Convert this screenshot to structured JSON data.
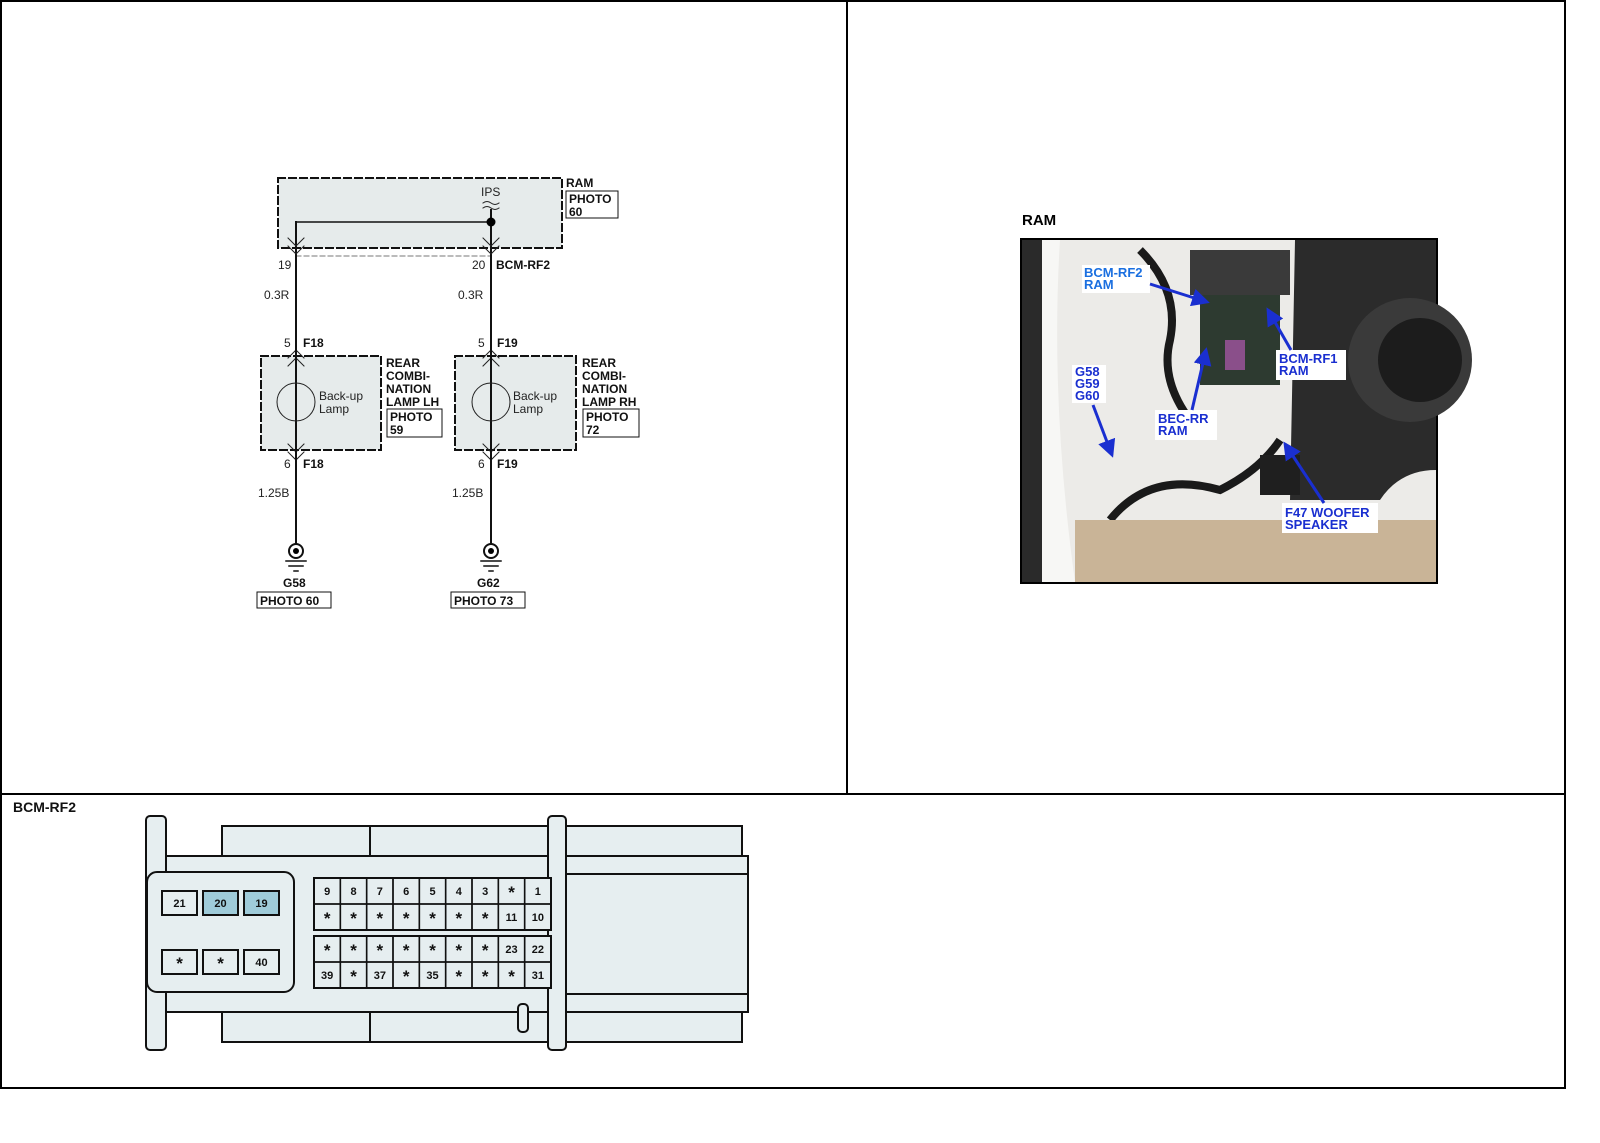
{
  "schematic": {
    "module": "RAM",
    "module_photo": [
      "PHOTO",
      "60"
    ],
    "ips": "IPS",
    "left_pin_top": "19",
    "right_pin_top": "20",
    "connector_top": "BCM-RF2",
    "wire_top_left": "0.3R",
    "wire_top_right": "0.3R",
    "lamp_lh": {
      "pin_in": "5",
      "conn_in": "F18",
      "pin_out": "6",
      "conn_out": "F18",
      "label": [
        "Back-up",
        "Lamp"
      ],
      "name": [
        "REAR",
        "COMBI-",
        "NATION",
        "LAMP LH"
      ],
      "photo": [
        "PHOTO",
        "59"
      ]
    },
    "lamp_rh": {
      "pin_in": "5",
      "conn_in": "F19",
      "pin_out": "6",
      "conn_out": "F19",
      "label": [
        "Back-up",
        "Lamp"
      ],
      "name": [
        "REAR",
        "COMBI-",
        "NATION",
        "LAMP RH"
      ],
      "photo": [
        "PHOTO",
        "72"
      ]
    },
    "wire_bottom_left": "1.25B",
    "wire_bottom_right": "1.25B",
    "ground_left": {
      "name": "G58",
      "photo": "PHOTO 60"
    },
    "ground_right": {
      "name": "G62",
      "photo": "PHOTO 73"
    }
  },
  "photo": {
    "title": "RAM",
    "callouts": {
      "bcm_rf2": [
        "BCM-RF2",
        "RAM"
      ],
      "bcm_rf1": [
        "BCM-RF1",
        "RAM"
      ],
      "grounds": [
        "G58",
        "G59",
        "G60"
      ],
      "bec_rr": [
        "BEC-RR",
        "RAM"
      ],
      "woofer": [
        "F47 WOOFER",
        "SPEAKER"
      ]
    }
  },
  "connector": {
    "title": "BCM-RF2",
    "left_top": [
      "21",
      "20",
      "19"
    ],
    "left_bottom": [
      "*",
      "*",
      "40"
    ],
    "highlighted": [
      "20",
      "19"
    ],
    "highlight_color": "#9fcbd9",
    "grid_upper": [
      [
        "9",
        "8",
        "7",
        "6",
        "5",
        "4",
        "3",
        "*",
        "1"
      ],
      [
        "*",
        "*",
        "*",
        "*",
        "*",
        "*",
        "*",
        "11",
        "10"
      ]
    ],
    "grid_lower": [
      [
        "*",
        "*",
        "*",
        "*",
        "*",
        "*",
        "*",
        "23",
        "22"
      ],
      [
        "39",
        "*",
        "37",
        "*",
        "35",
        "*",
        "*",
        "*",
        "31"
      ]
    ]
  }
}
